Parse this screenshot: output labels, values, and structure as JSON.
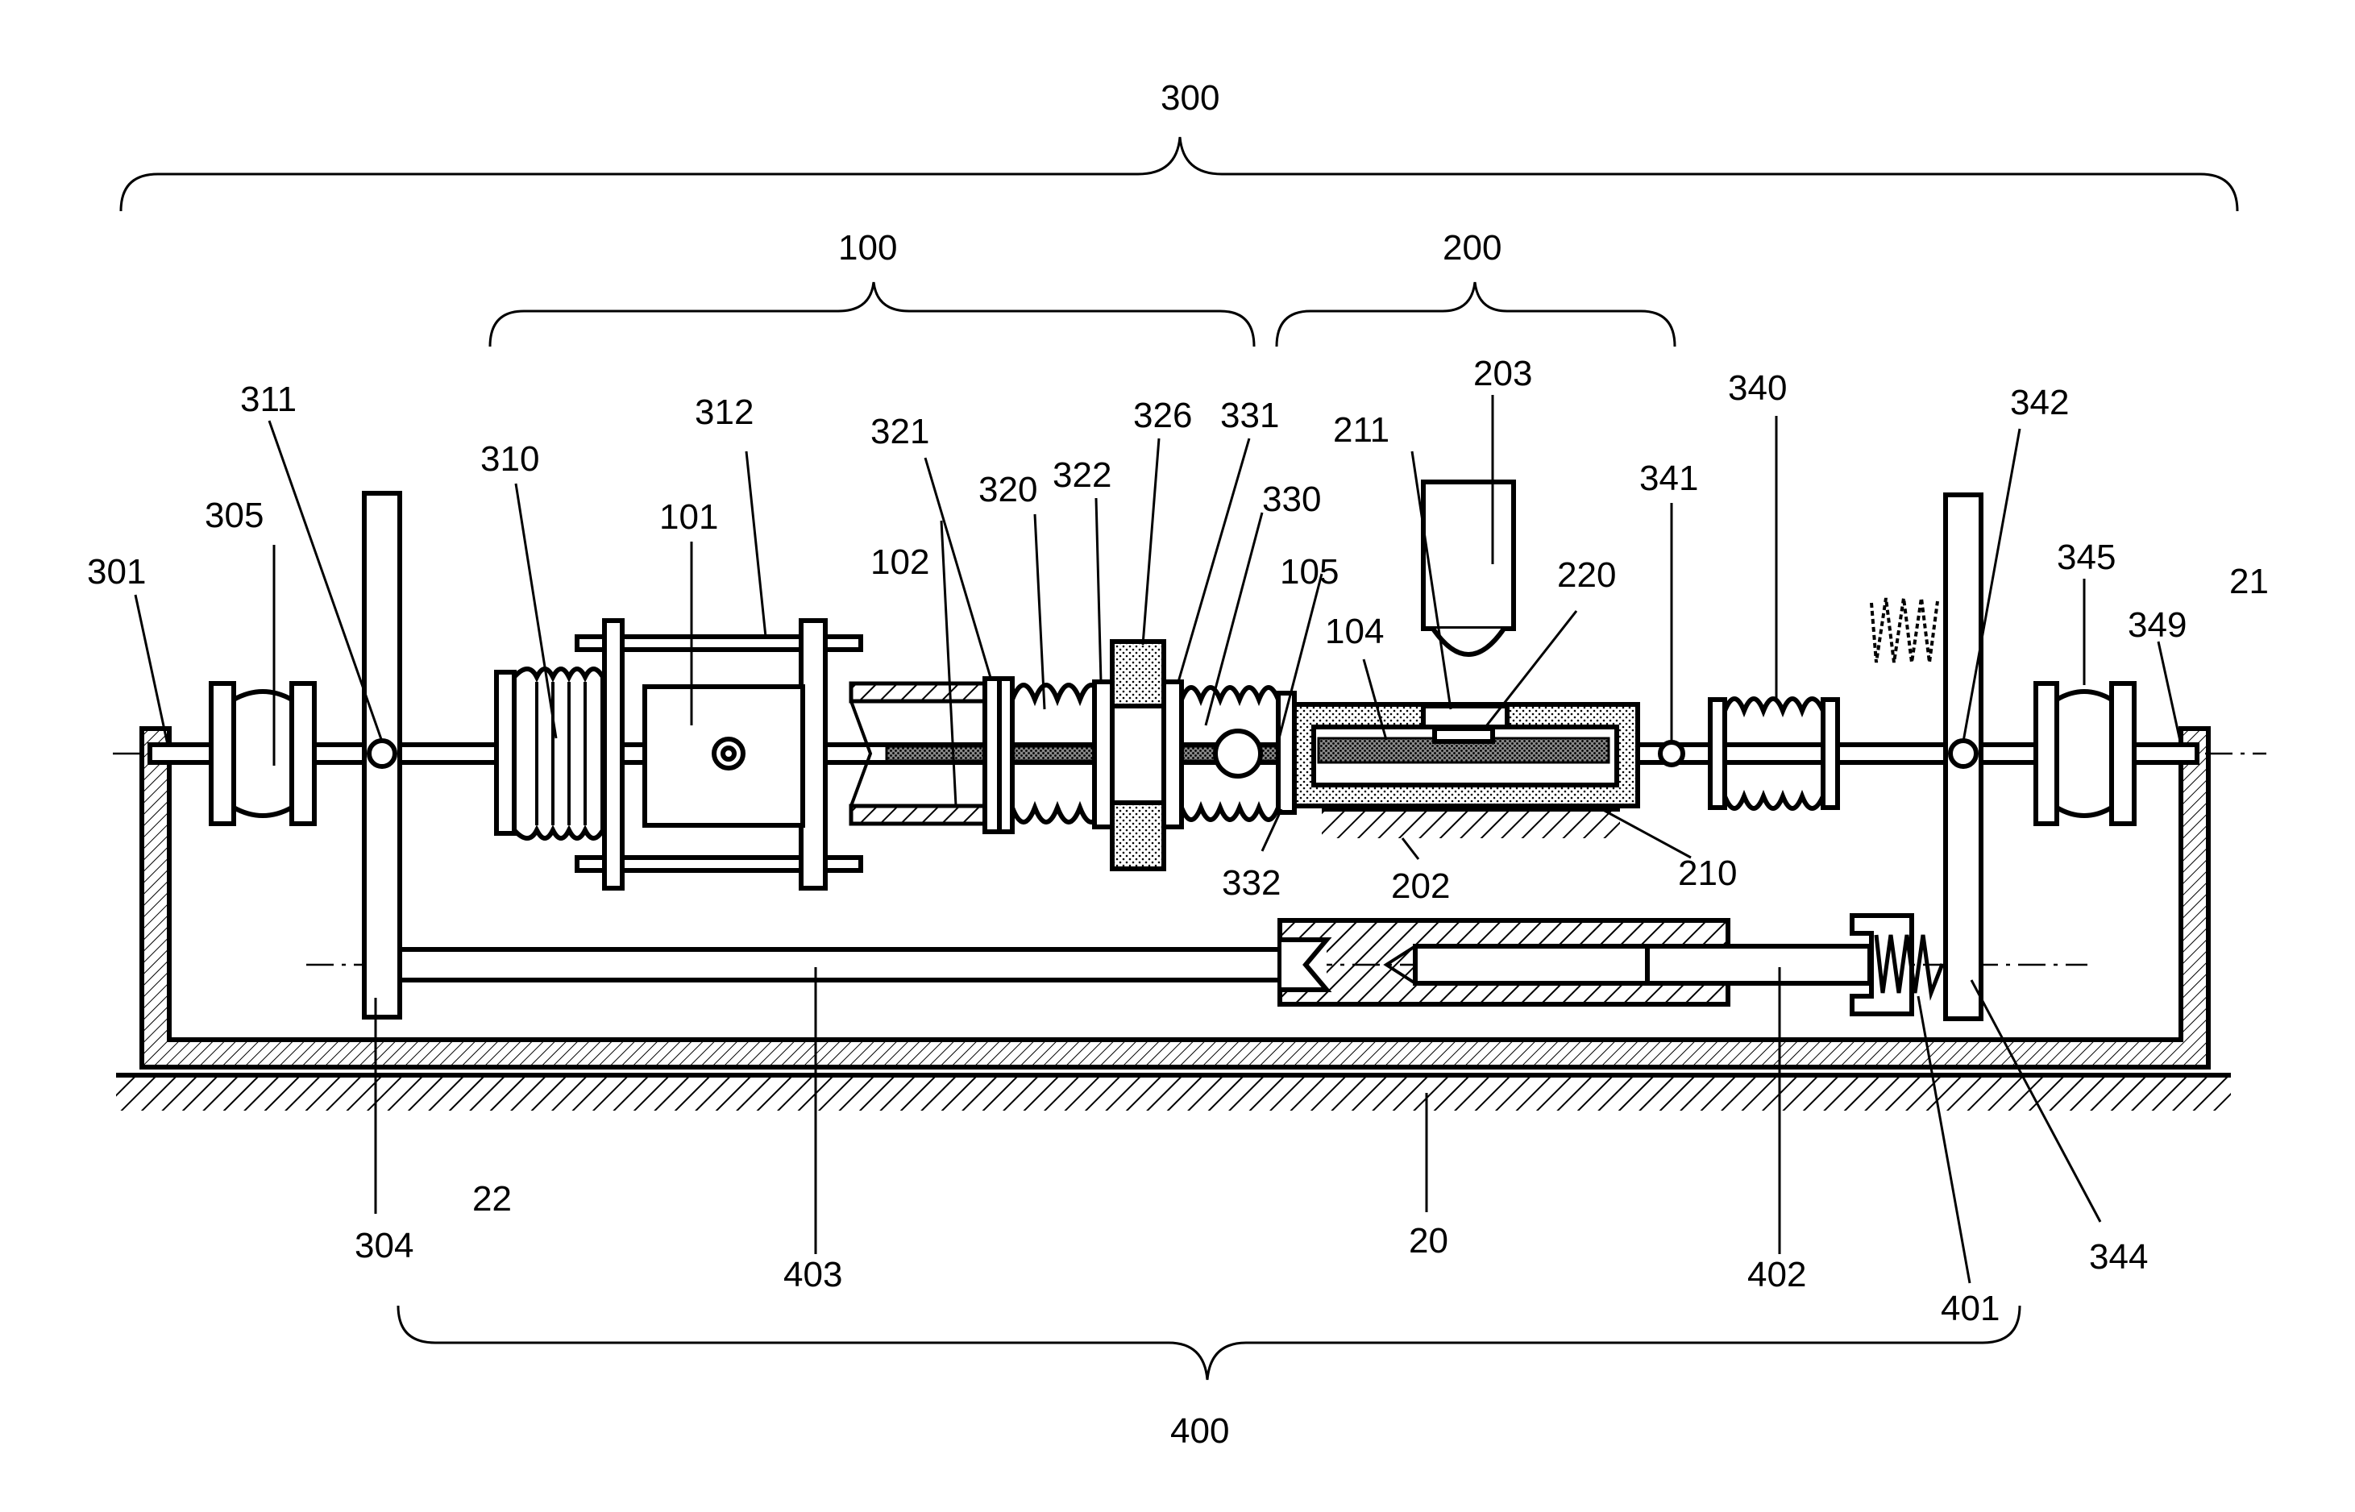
{
  "labels": {
    "assembly_300": "300",
    "assembly_100": "100",
    "assembly_200": "200",
    "assembly_400": "400",
    "l_311": "311",
    "l_305": "305",
    "l_301": "301",
    "l_310": "310",
    "l_312": "312",
    "l_101": "101",
    "l_321": "321",
    "l_102": "102",
    "l_320": "320",
    "l_322": "322",
    "l_326": "326",
    "l_331": "331",
    "l_330": "330",
    "l_105": "105",
    "l_211": "211",
    "l_203": "203",
    "l_104": "104",
    "l_220": "220",
    "l_341": "341",
    "l_340": "340",
    "l_342": "342",
    "l_345": "345",
    "l_349": "349",
    "l_21": "21",
    "l_332": "332",
    "l_202": "202",
    "l_210": "210",
    "l_304": "304",
    "l_22": "22",
    "l_403": "403",
    "l_20": "20",
    "l_402": "402",
    "l_401": "401",
    "l_344": "344"
  },
  "colors": {
    "line": "#000000",
    "hatch": "#000000",
    "background": "#ffffff"
  }
}
